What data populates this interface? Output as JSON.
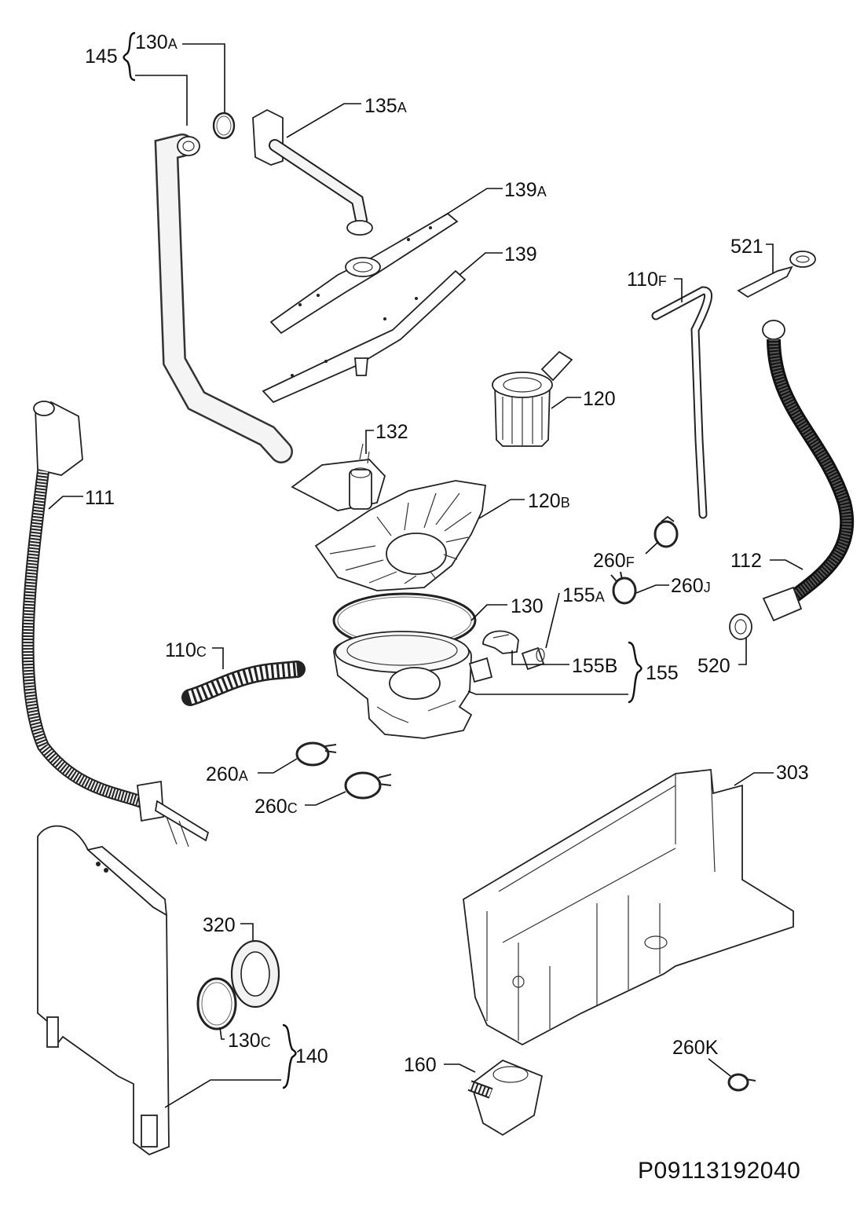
{
  "diagram": {
    "drawing_code": "P09113192040",
    "labels": [
      {
        "id": "145",
        "main": "145",
        "sub": ""
      },
      {
        "id": "130a",
        "main": "130",
        "sub": "A"
      },
      {
        "id": "135a",
        "main": "135",
        "sub": "A"
      },
      {
        "id": "139a",
        "main": "139",
        "sub": "A"
      },
      {
        "id": "139",
        "main": "139",
        "sub": ""
      },
      {
        "id": "521",
        "main": "521",
        "sub": ""
      },
      {
        "id": "110f",
        "main": "110",
        "sub": "F"
      },
      {
        "id": "120",
        "main": "120",
        "sub": ""
      },
      {
        "id": "132",
        "main": "132",
        "sub": ""
      },
      {
        "id": "111",
        "main": "111",
        "sub": ""
      },
      {
        "id": "120b",
        "main": "120",
        "sub": "B"
      },
      {
        "id": "260f",
        "main": "260",
        "sub": "F"
      },
      {
        "id": "112",
        "main": "112",
        "sub": ""
      },
      {
        "id": "260j",
        "main": "260",
        "sub": "J"
      },
      {
        "id": "130",
        "main": "130",
        "sub": ""
      },
      {
        "id": "155a",
        "main": "155",
        "sub": "A"
      },
      {
        "id": "110c",
        "main": "110",
        "sub": "C"
      },
      {
        "id": "155b",
        "main": "155B",
        "sub": ""
      },
      {
        "id": "155",
        "main": "155",
        "sub": ""
      },
      {
        "id": "520",
        "main": "520",
        "sub": ""
      },
      {
        "id": "260a",
        "main": "260",
        "sub": "A"
      },
      {
        "id": "303",
        "main": "303",
        "sub": ""
      },
      {
        "id": "260c",
        "main": "260",
        "sub": "C"
      },
      {
        "id": "320",
        "main": "320",
        "sub": ""
      },
      {
        "id": "130c",
        "main": "130",
        "sub": "C"
      },
      {
        "id": "140",
        "main": "140",
        "sub": ""
      },
      {
        "id": "160",
        "main": "160",
        "sub": ""
      },
      {
        "id": "260k",
        "main": "260K",
        "sub": ""
      }
    ]
  }
}
